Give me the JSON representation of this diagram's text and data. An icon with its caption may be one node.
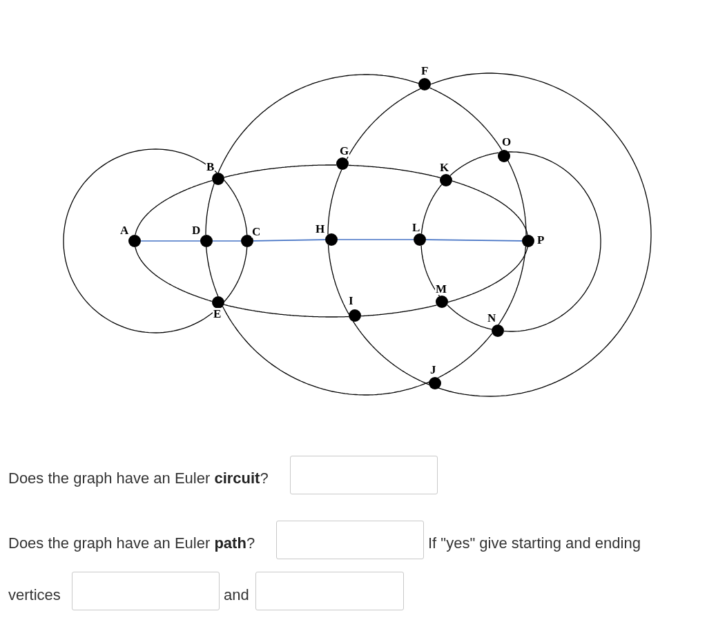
{
  "diagram": {
    "nodes": [
      {
        "text": [
          "A"
        ]
      },
      {
        "text": [
          "B"
        ]
      },
      {
        "text": [
          "C"
        ]
      },
      {
        "text": [
          "D"
        ]
      },
      {
        "text": [
          "E"
        ]
      },
      {
        "text": [
          "F"
        ]
      },
      {
        "text": [
          "G"
        ]
      },
      {
        "text": [
          "H"
        ]
      },
      {
        "text": [
          "I"
        ]
      },
      {
        "text": [
          "J"
        ]
      },
      {
        "text": [
          "K"
        ]
      },
      {
        "text": [
          "L"
        ]
      },
      {
        "text": [
          "M"
        ]
      },
      {
        "text": [
          "N"
        ]
      },
      {
        "text": [
          "O"
        ]
      },
      {
        "text": [
          "P"
        ]
      }
    ],
    "edges": [
      {
        "from": 0,
        "to": 3,
        "arrow": "none",
        "color": "#4472c4"
      },
      {
        "from": 3,
        "to": 2,
        "arrow": "none",
        "color": "#4472c4"
      },
      {
        "from": 2,
        "to": 7,
        "arrow": "none",
        "color": "#4472c4"
      },
      {
        "from": 7,
        "to": 11,
        "arrow": "none",
        "color": "#4472c4"
      },
      {
        "from": 11,
        "to": 15,
        "arrow": "none",
        "color": "#4472c4"
      },
      {
        "from": 0,
        "to": 1,
        "arrow": "none"
      },
      {
        "from": 1,
        "to": 6,
        "arrow": "none"
      },
      {
        "from": 6,
        "to": 10,
        "arrow": "none"
      },
      {
        "from": 10,
        "to": 15,
        "arrow": "none"
      },
      {
        "from": 15,
        "to": 12,
        "arrow": "none"
      },
      {
        "from": 12,
        "to": 8,
        "arrow": "none"
      },
      {
        "from": 8,
        "to": 4,
        "arrow": "none"
      },
      {
        "from": 4,
        "to": 0,
        "arrow": "none"
      },
      {
        "from": 1,
        "to": 5,
        "arrow": "none"
      },
      {
        "from": 5,
        "to": 14,
        "arrow": "none"
      },
      {
        "from": 14,
        "to": 15,
        "arrow": "none"
      },
      {
        "from": 15,
        "to": 13,
        "arrow": "none"
      },
      {
        "from": 13,
        "to": 9,
        "arrow": "none"
      },
      {
        "from": 9,
        "to": 4,
        "arrow": "none"
      },
      {
        "from": 4,
        "to": 3,
        "arrow": "none"
      },
      {
        "from": 3,
        "to": 1,
        "arrow": "none"
      },
      {
        "from": 5,
        "to": 6,
        "arrow": "none"
      },
      {
        "from": 6,
        "to": 7,
        "arrow": "none"
      },
      {
        "from": 7,
        "to": 8,
        "arrow": "none"
      },
      {
        "from": 8,
        "to": 9,
        "arrow": "none"
      },
      {
        "from": 9,
        "to": 5,
        "arrow": "none"
      },
      {
        "from": 14,
        "to": 10,
        "arrow": "none"
      },
      {
        "from": 10,
        "to": 11,
        "arrow": "none"
      },
      {
        "from": 11,
        "to": 12,
        "arrow": "none"
      },
      {
        "from": 12,
        "to": 13,
        "arrow": "none"
      },
      {
        "from": 13,
        "to": 14,
        "arrow": "none"
      },
      {
        "from": 1,
        "to": 2,
        "arrow": "none"
      },
      {
        "from": 2,
        "to": 4,
        "arrow": "none"
      },
      {
        "from": 4,
        "to": 1,
        "arrow": "none"
      }
    ],
    "labels": [
      "Does the graph have an Euler **circuit**?",
      "Does the graph have an Euler **path**?",
      "If \"yes\" give starting and ending",
      "vertices",
      "and"
    ]
  }
}
